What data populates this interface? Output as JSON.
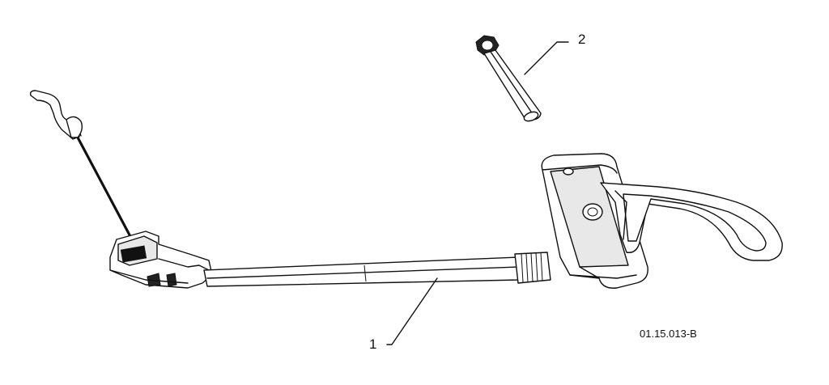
{
  "callouts": [
    {
      "id": "1",
      "label": "1"
    },
    {
      "id": "2",
      "label": "2"
    }
  ],
  "figure_code": "01.15.013-B"
}
